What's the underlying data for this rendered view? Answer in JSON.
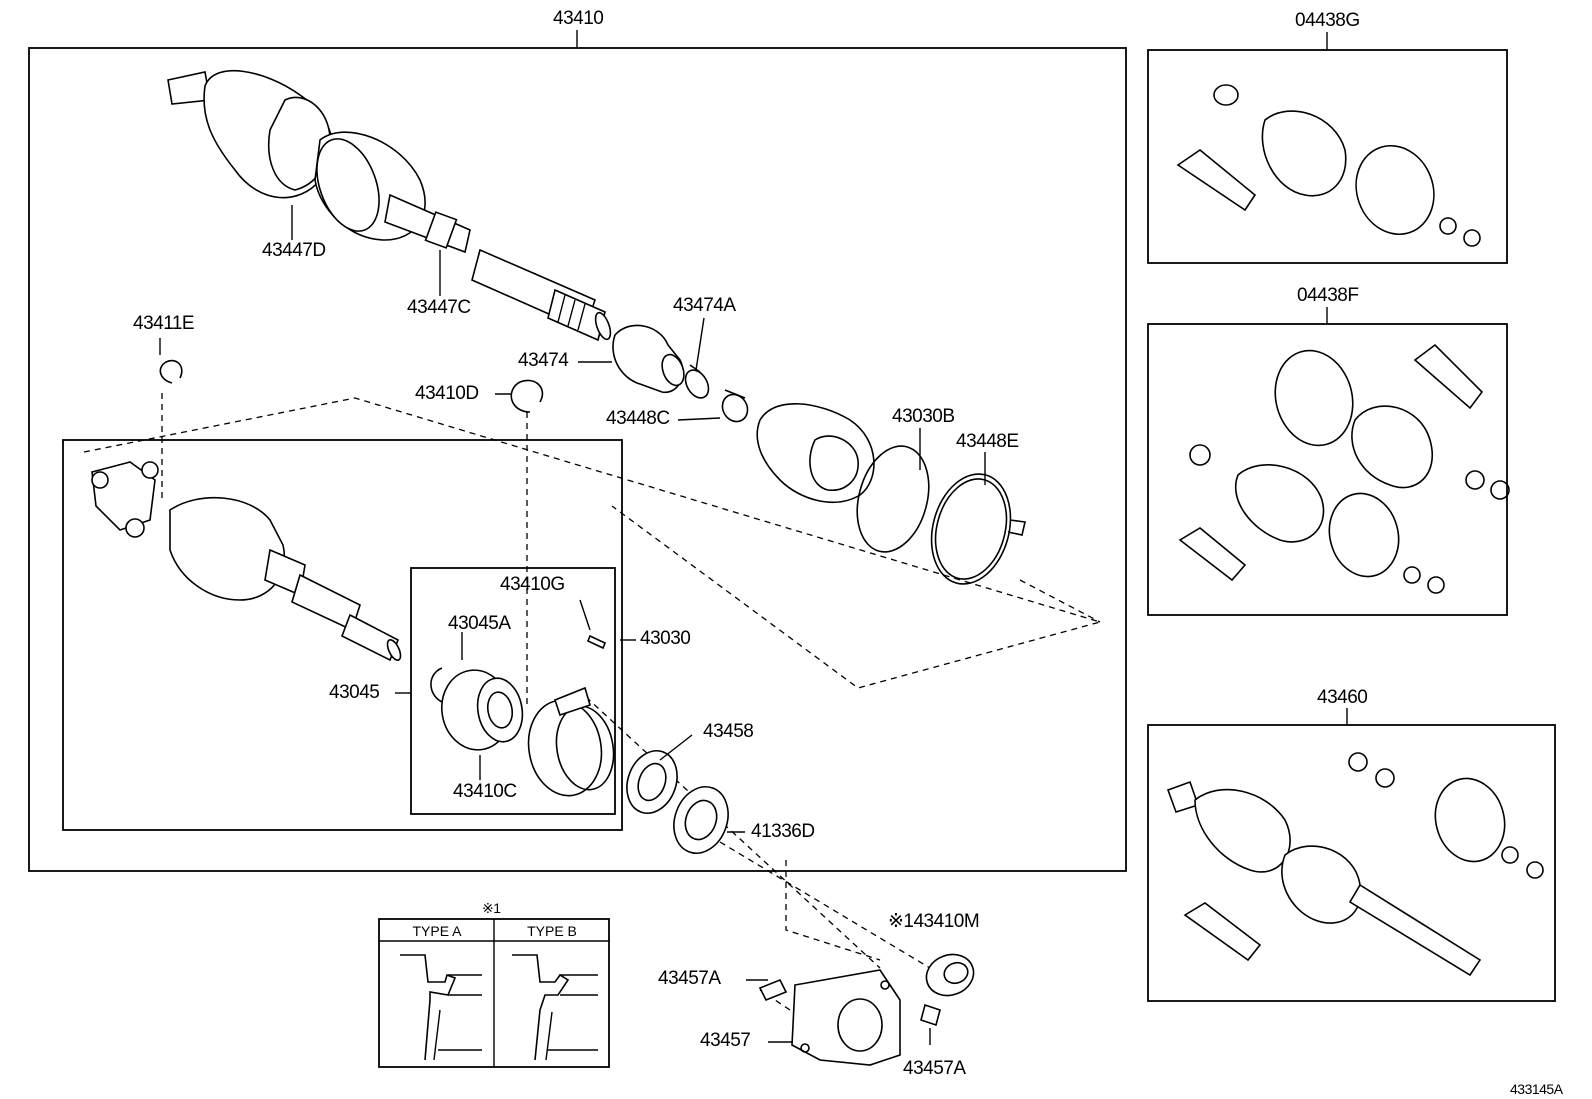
{
  "labels": {
    "l43410": "43410",
    "l04438G": "04438G",
    "l04438F": "04438F",
    "l43460": "43460",
    "l43447D": "43447D",
    "l43447C": "43447C",
    "l43411E": "43411E",
    "l43474A": "43474A",
    "l43474": "43474",
    "l43410D": "43410D",
    "l43448C": "43448C",
    "l43030B": "43030B",
    "l43448E": "43448E",
    "l43410G": "43410G",
    "l43045A": "43045A",
    "l43030": "43030",
    "l43045": "43045",
    "l43410C": "43410C",
    "l43458": "43458",
    "l41336D": "41336D",
    "l43410M": "※143410M",
    "l43457A_top": "43457A",
    "l43457": "43457",
    "l43457A_bot": "43457A",
    "note_ref": "※1",
    "type_a": "TYPE A",
    "type_b": "TYPE B",
    "diagram_code": "433145A"
  }
}
